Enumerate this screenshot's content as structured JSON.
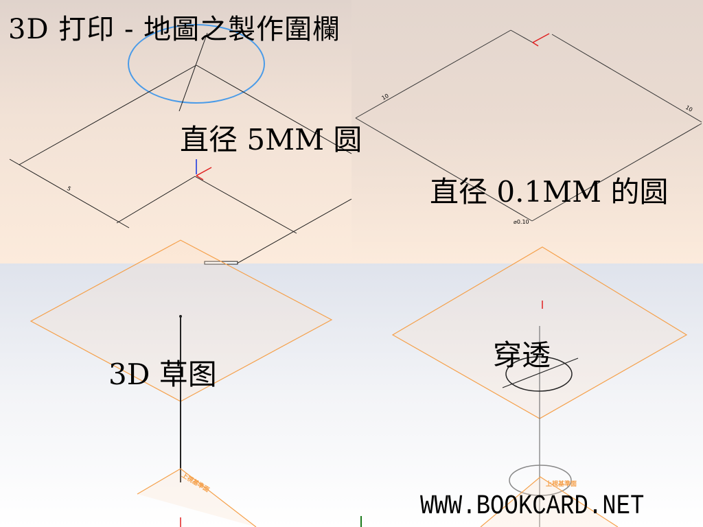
{
  "title": "3D 打印 - 地圖之製作圍欄",
  "panels": {
    "top_left": {
      "caption": "直径 5MM 圆",
      "dimension": "5"
    },
    "top_right": {
      "caption": "直径 0.1MM 的圆",
      "dimension_left": "10",
      "dimension_right": "10",
      "diameter_label": "⌀0.10"
    },
    "bottom_left": {
      "caption": "3D 草图",
      "plane_label": "上視基準面"
    },
    "bottom_right": {
      "caption": "穿透",
      "plane_label": "上視基準面"
    }
  },
  "watermark": "WWW.BOOKCARD.NET",
  "colors": {
    "sketch_circle": "#4a9be8",
    "plane": "#f5a04a",
    "axis_red": "#e02020",
    "axis_blue": "#1030e0",
    "line": "#1a1a1a"
  }
}
